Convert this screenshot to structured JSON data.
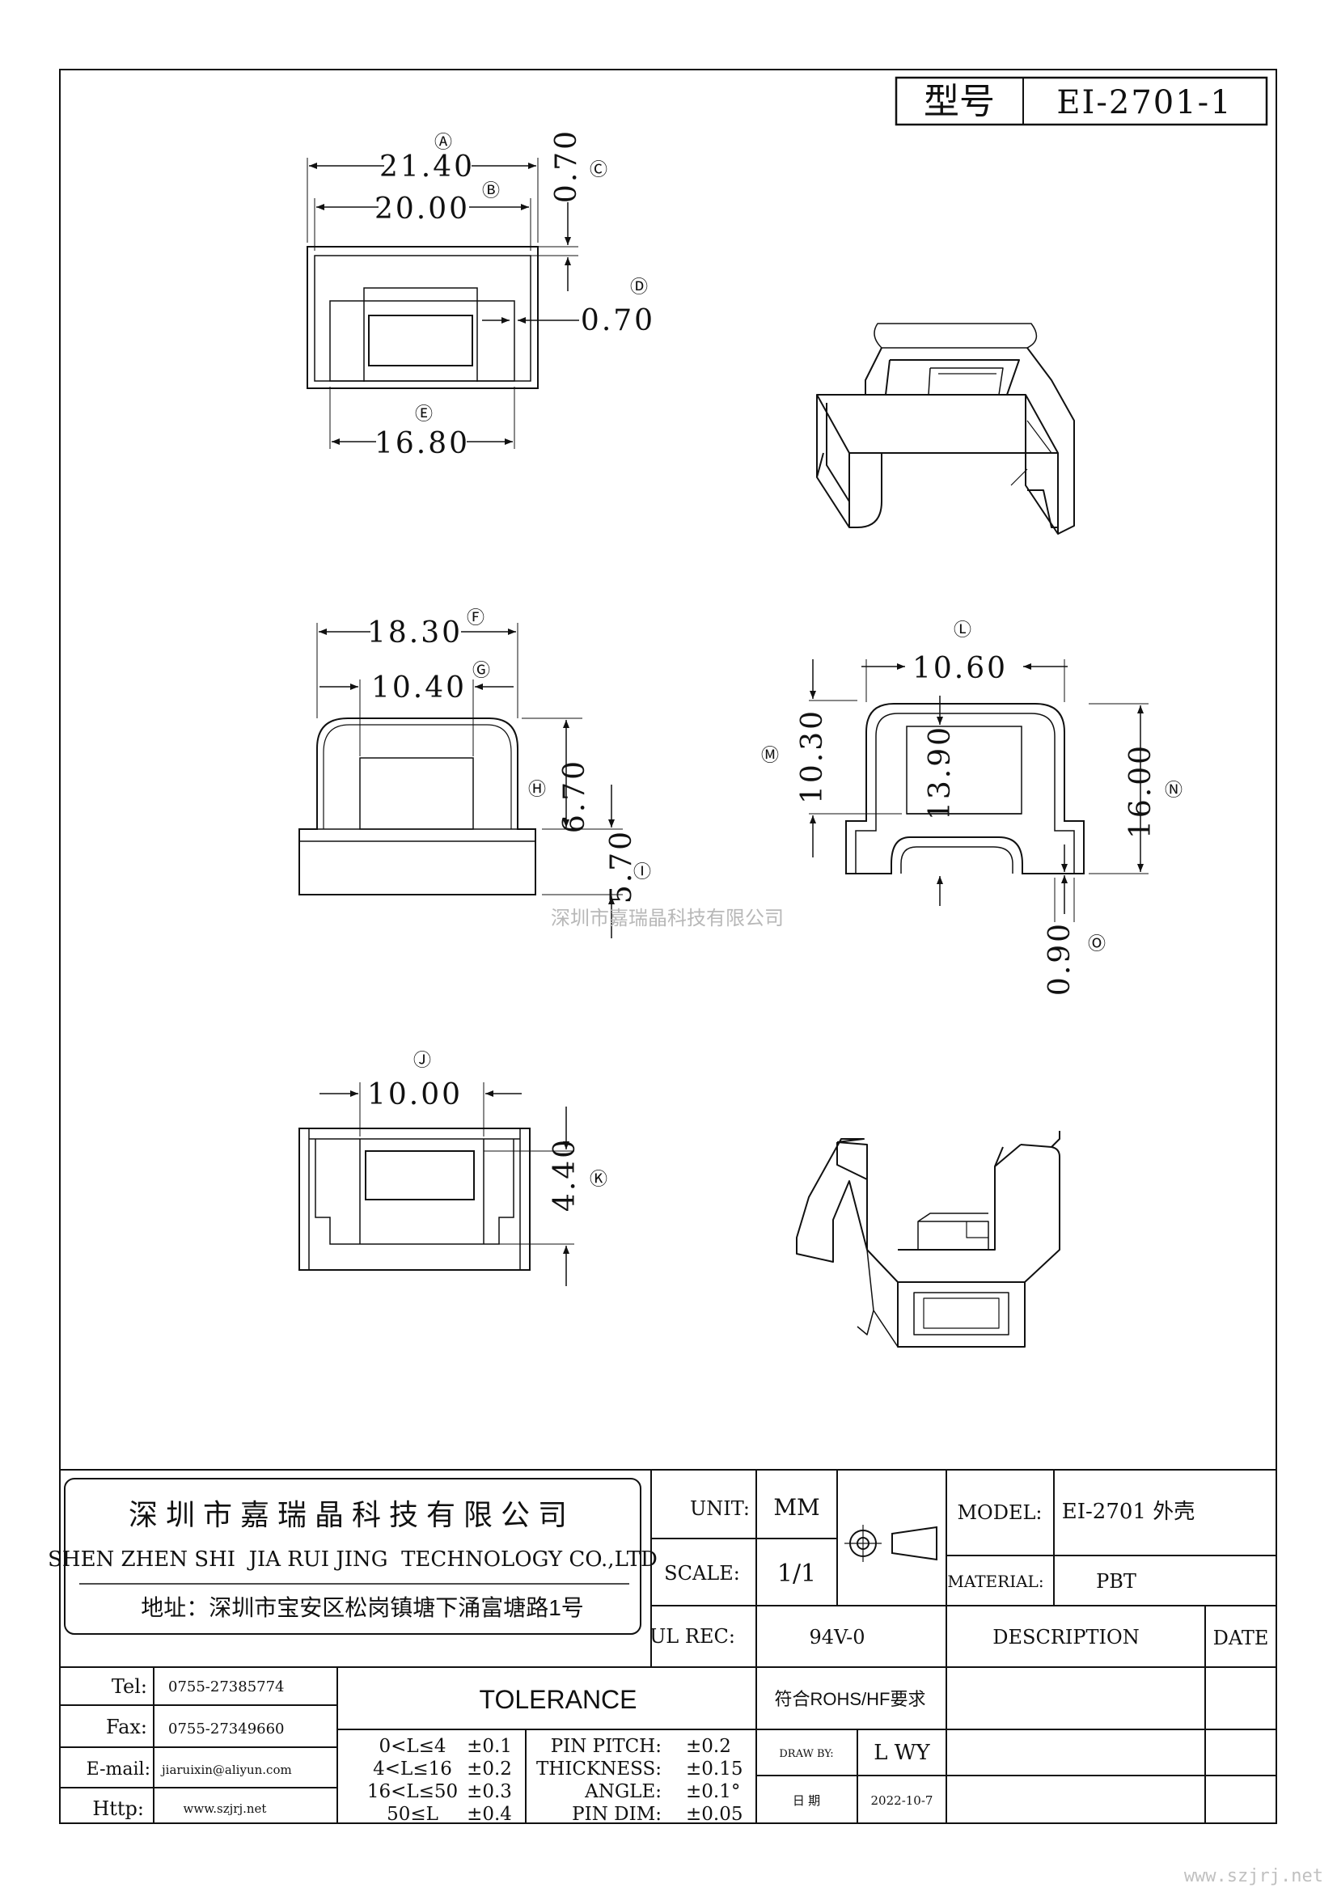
{
  "header": {
    "model_label": "型号",
    "model_value": "EI-2701-1"
  },
  "dimensions": {
    "A": "21.40",
    "B": "20.00",
    "C": "0.70",
    "D": "0.70",
    "E": "16.80",
    "F": "18.30",
    "G": "10.40",
    "H": "6.70",
    "I": "5.70",
    "J": "10.00",
    "K": "4.40",
    "L": "10.60",
    "M": "10.30",
    "N": "16.00",
    "O": "0.90",
    "inner": "13.90"
  },
  "markers": {
    "A": "Ⓐ",
    "B": "Ⓑ",
    "C": "Ⓒ",
    "D": "Ⓓ",
    "E": "Ⓔ",
    "F": "Ⓕ",
    "G": "Ⓖ",
    "H": "Ⓗ",
    "I": "Ⓘ",
    "J": "Ⓙ",
    "K": "Ⓚ",
    "L": "Ⓛ",
    "M": "Ⓜ",
    "N": "Ⓝ",
    "O": "Ⓞ"
  },
  "watermark": "深圳市嘉瑞晶科技有限公司",
  "company": {
    "name_cn": "深 圳 市 嘉 瑞 晶 科 技 有 限 公 司",
    "name_en": "SHEN ZHEN SHI  JIA RUI JING  TECHNOLOGY CO.,LTD",
    "address": "地址：深圳市宝安区松岗镇塘下涌富塘路1号"
  },
  "title_block": {
    "unit_label": "UNIT:",
    "unit_value": "MM",
    "scale_label": "SCALE:",
    "scale_value": "1/1",
    "ul_label": "UL REC:",
    "ul_value": "94V-0",
    "model_label": "MODEL:",
    "model_value": "EI-2701 外壳",
    "material_label": "MATERIAL:",
    "material_value": "PBT",
    "description_label": "DESCRIPTION",
    "date_label": "DATE",
    "rohs": "符合ROHS/HF要求",
    "draw_by_label": "DRAW BY:",
    "draw_by_value": "L WY",
    "date_cn_label": "日 期",
    "date_value": "2022-10-7"
  },
  "contact": {
    "tel_label": "Tel:",
    "tel_value": "0755-27385774",
    "fax_label": "Fax:",
    "fax_value": "0755-27349660",
    "email_label": "E-mail:",
    "email_value": "jiaruixin@aliyun.com",
    "http_label": "Http:",
    "http_value": "www.szjrj.net"
  },
  "tolerance": {
    "title": "TOLERANCE",
    "ranges": [
      {
        "range": "0<L≤4",
        "tol": "±0.1"
      },
      {
        "range": "4<L≤16",
        "tol": "±0.2"
      },
      {
        "range": "16<L≤50",
        "tol": "±0.3"
      },
      {
        "range": "50≤L",
        "tol": "±0.4"
      }
    ],
    "specs": [
      {
        "label": "PIN PITCH:",
        "tol": "±0.2"
      },
      {
        "label": "THICKNESS:",
        "tol": "±0.15"
      },
      {
        "label": "ANGLE:",
        "tol": "±0.1°"
      },
      {
        "label": "PIN DIM:",
        "tol": "±0.05"
      }
    ]
  },
  "corner_watermark": "www.szjrj.net"
}
